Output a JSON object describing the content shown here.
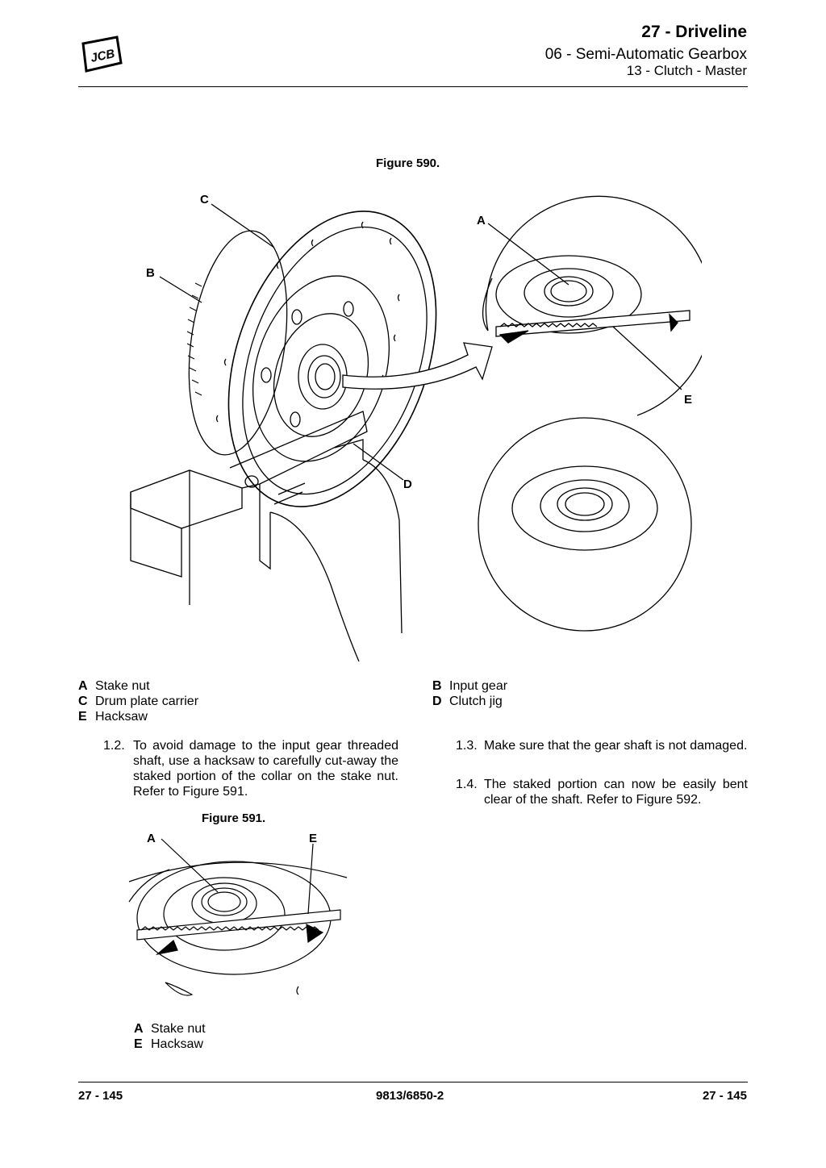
{
  "header": {
    "logo_text": "JCB",
    "chapter": "27 - Driveline",
    "section": "06 - Semi-Automatic Gearbox",
    "subsection": "13 - Clutch - Master"
  },
  "figure_590": {
    "caption": "Figure 590.",
    "callouts": {
      "a": "A",
      "b": "B",
      "c": "C",
      "d": "D",
      "e": "E"
    },
    "legend": [
      {
        "key": "A",
        "label": "Stake nut"
      },
      {
        "key": "B",
        "label": "Input gear"
      },
      {
        "key": "C",
        "label": "Drum plate carrier"
      },
      {
        "key": "D",
        "label": "Clutch jig"
      },
      {
        "key": "E",
        "label": "Hacksaw"
      }
    ]
  },
  "steps": [
    {
      "num": "1.2.",
      "text": "To avoid damage to the input gear threaded shaft, use a hacksaw to carefully cut-away the staked portion of the collar on the stake nut. Refer to Figure 591."
    },
    {
      "num": "1.3.",
      "text": "Make sure that the gear shaft is not damaged."
    },
    {
      "num": "1.4.",
      "text": "The staked portion can now be easily bent clear of the shaft. Refer to Figure 592."
    }
  ],
  "figure_591": {
    "caption": "Figure 591.",
    "callouts": {
      "a": "A",
      "e": "E"
    },
    "legend": [
      {
        "key": "A",
        "label": "Stake nut"
      },
      {
        "key": "E",
        "label": "Hacksaw"
      }
    ]
  },
  "footer": {
    "left": "27 - 145",
    "center": "9813/6850-2",
    "right": "27 - 145"
  }
}
